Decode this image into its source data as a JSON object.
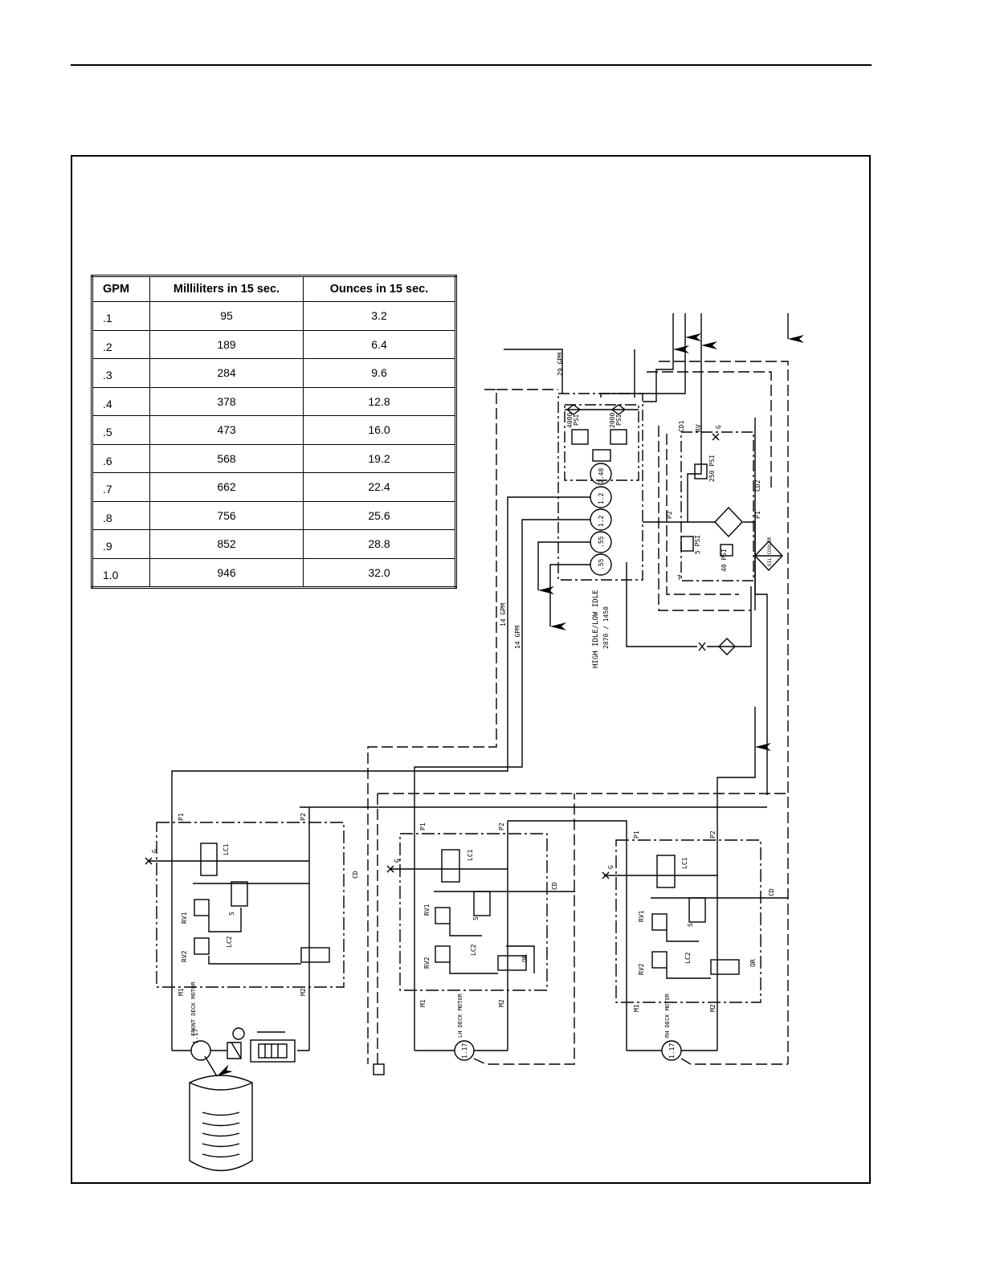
{
  "flow_table": {
    "headers": [
      "GPM",
      "Milliliters in 15 sec.",
      "Ounces in 15 sec."
    ],
    "rows": [
      [
        ".1",
        "95",
        "3.2"
      ],
      [
        ".2",
        "189",
        "6.4"
      ],
      [
        ".3",
        "284",
        "9.6"
      ],
      [
        ".4",
        "378",
        "12.8"
      ],
      [
        ".5",
        "473",
        "16.0"
      ],
      [
        ".6",
        "568",
        "19.2"
      ],
      [
        ".7",
        "662",
        "22.4"
      ],
      [
        ".8",
        "756",
        "25.6"
      ],
      [
        ".9",
        "852",
        "28.8"
      ],
      [
        "1.0",
        "946",
        "32.0"
      ]
    ]
  },
  "schematic": {
    "pump_flow_label": "29 GPM",
    "line_label_1": "14 GPM",
    "line_label_2": "14 GPM",
    "idle_title": "HIGH IDLE/LOW IDLE",
    "idle_values": "2870 / 1450",
    "relief_4000": "4000",
    "relief_2000": "2000",
    "psi": "PSI",
    "pump_sections": [
      "2.48",
      "1.2",
      "1.2",
      ".55",
      ".55"
    ],
    "cd1": "CD1",
    "cd2": "CD2",
    "p1": "P1",
    "p2": "P2",
    "rv": "RV",
    "g": "G",
    "check_250": "250 PSI",
    "check_5": "5 PSI",
    "check_40": "40 PSI",
    "oil_cooler": "OIL COOLER",
    "t": "T",
    "manifold_labels": {
      "p1": "P1",
      "p2": "P2",
      "lc1": "LC1",
      "lc2": "LC2",
      "rv1": "RV1",
      "rv2": "RV2",
      "cd": "CD",
      "m1": "M1",
      "m2": "M2",
      "g": "G",
      "s": "S",
      "or": "OR"
    },
    "motor_displacement": "1.17",
    "front_motor": "FRONT DECK MOTOR",
    "lh_motor": "LH DECK MOTOR",
    "rh_motor": "RH DECK MOTOR"
  }
}
